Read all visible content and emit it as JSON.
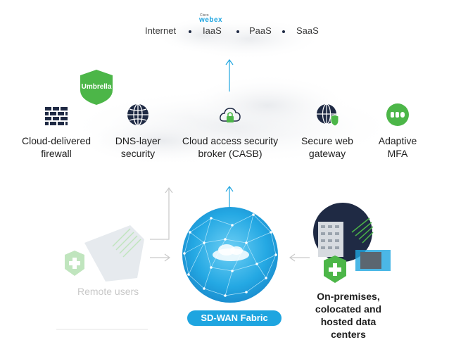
{
  "top_bar": {
    "logo_small": "Cisco",
    "logo_main": "webex",
    "items": [
      "Internet",
      "IaaS",
      "PaaS",
      "SaaS"
    ]
  },
  "umbrella_badge": "Umbrella",
  "services": [
    {
      "label": "Cloud-delivered\nfirewall",
      "icon": "firewall-icon"
    },
    {
      "label": "DNS-layer\nsecurity",
      "icon": "globe-icon"
    },
    {
      "label": "Cloud access security\nbroker (CASB)",
      "icon": "cloud-lock-icon"
    },
    {
      "label": "Secure web\ngateway",
      "icon": "globe-shield-icon"
    },
    {
      "label": "Adaptive\nMFA",
      "icon": "duo-icon"
    }
  ],
  "remote_users_label": "Remote users",
  "datacenter_label": "On-premises,\ncolocated and\nhosted data centers",
  "fabric_label": "SD-WAN Fabric",
  "colors": {
    "accent": "#1ea5e0",
    "green": "#4cb648",
    "navy": "#1f2a44"
  }
}
